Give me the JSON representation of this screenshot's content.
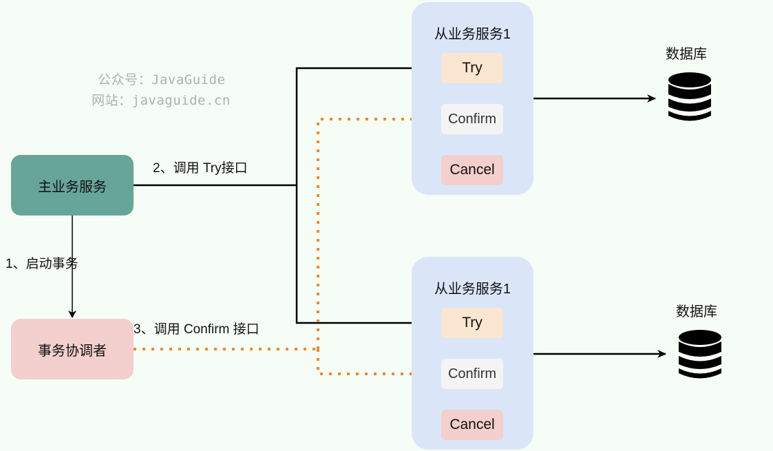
{
  "watermark": {
    "line1": "公众号：JavaGuide",
    "line2": "网站：javaguide.cn"
  },
  "nodes": {
    "main_service": "主业务服务",
    "coordinator": "事务协调者"
  },
  "edges": {
    "step1": "1、启动事务",
    "step2": "2、调用 Try接口",
    "step3": "3、调用 Confirm 接口"
  },
  "services": [
    {
      "title": "从业务服务1",
      "operations": {
        "try": "Try",
        "confirm": "Confirm",
        "cancel": "Cancel"
      },
      "database": "数据库"
    },
    {
      "title": "从业务服务1",
      "operations": {
        "try": "Try",
        "confirm": "Confirm",
        "cancel": "Cancel"
      },
      "database": "数据库"
    }
  ],
  "colors": {
    "background": "#f6fdf6",
    "main_service": "#67a599",
    "coordinator": "#f3cfce",
    "service_container": "#dae6f8",
    "try": "#fbe6d2",
    "confirm": "#f4f4f4",
    "cancel": "#f3cfce",
    "confirm_flow": "#f0892a"
  }
}
